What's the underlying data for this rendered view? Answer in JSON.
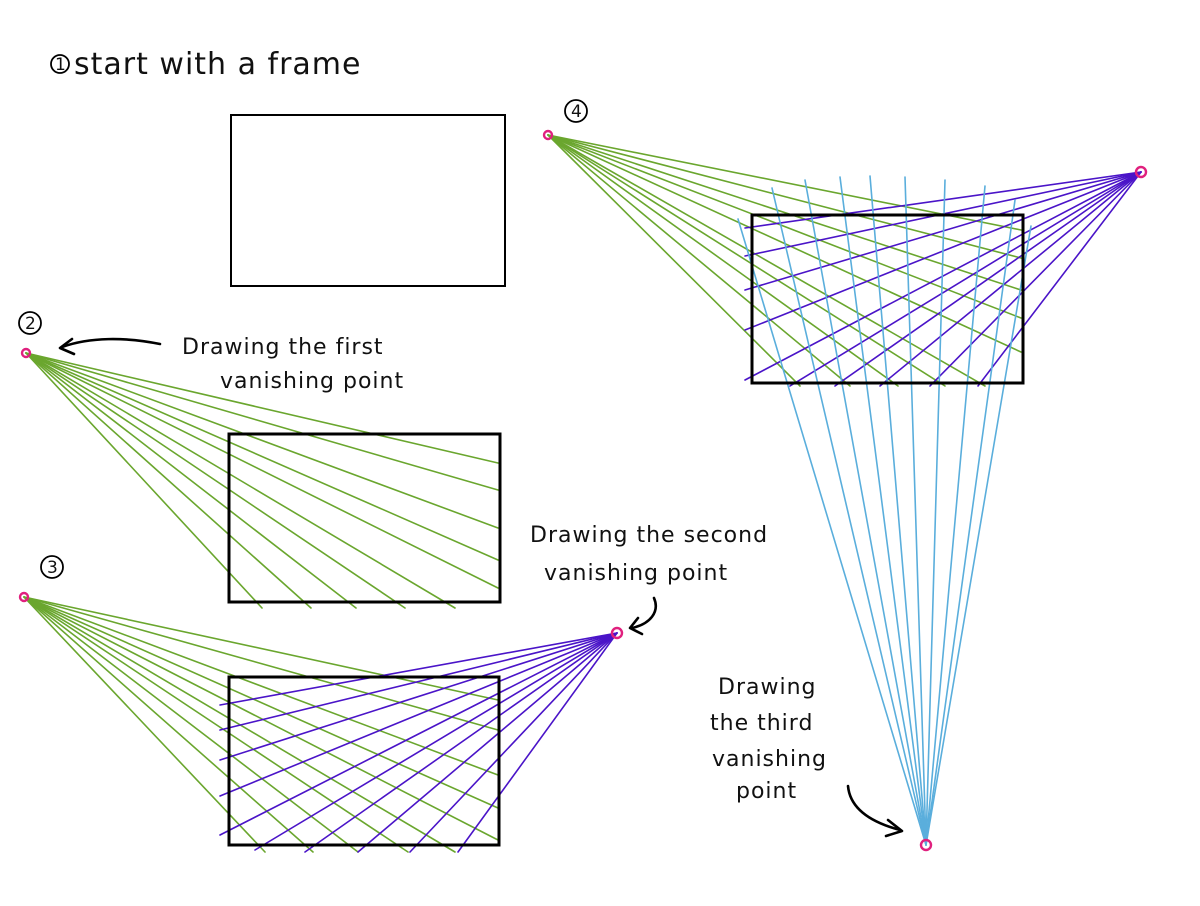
{
  "title": "start with a frame",
  "steps": {
    "s1": "1",
    "s2": "2",
    "s3": "3",
    "s4": "4"
  },
  "notes": {
    "first_vp": [
      "Drawing the first",
      "vanishing point"
    ],
    "second_vp": [
      "Drawing the second",
      "vanishing point"
    ],
    "third_vp": [
      "Drawing",
      "the third",
      "vanishing",
      "point"
    ]
  },
  "colors": {
    "first_vp_lines": "#6aa62e",
    "second_vp_lines": "#4a14c8",
    "third_vp_lines": "#5aaedc",
    "vanishing_point_marker": "#e0207e",
    "frame": "#000000"
  }
}
